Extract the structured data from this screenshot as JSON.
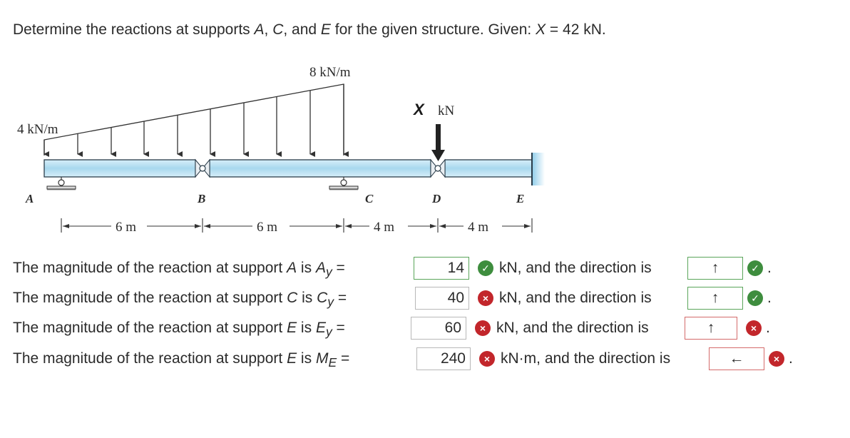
{
  "question": {
    "prefix": "Determine the reactions at supports ",
    "a": "A",
    "sep1": ", ",
    "c": "C",
    "sep2": ", and ",
    "e": "E",
    "middle": " for the given structure. Given: ",
    "x": "X",
    "given": " = 42 kN."
  },
  "figure": {
    "load_left": "4 kN/m",
    "load_peak": "8 kN/m",
    "point_load_symbol": "X",
    "point_load_unit": "kN",
    "labels": [
      "A",
      "B",
      "C",
      "D",
      "E"
    ],
    "dims": [
      "6 m",
      "6 m",
      "4 m",
      "4 m"
    ]
  },
  "answers": [
    {
      "prefix": "The magnitude of the reaction at support ",
      "support": "A",
      "middle": " is ",
      "sym": "A",
      "sub": "y",
      "eq": " =",
      "value": "14",
      "value_status": "correct",
      "after": "kN, and the direction is",
      "direction": "↑",
      "direction_status": "correct"
    },
    {
      "prefix": "The magnitude of the reaction at support ",
      "support": "C",
      "middle": " is ",
      "sym": "C",
      "sub": "y",
      "eq": " =",
      "value": "40",
      "value_status": "incorrect",
      "after": "kN, and the direction is",
      "direction": "↑",
      "direction_status": "correct"
    },
    {
      "prefix": "The magnitude of the reaction at support ",
      "support": "E",
      "middle": " is ",
      "sym": "E",
      "sub": "y",
      "eq": " =",
      "value": "60",
      "value_status": "incorrect",
      "after": "kN, and the direction is",
      "direction": "↑",
      "direction_status": "incorrect"
    },
    {
      "prefix": "The magnitude of the reaction at support ",
      "support": "E",
      "middle": " is ",
      "sym": "M",
      "sub": "E",
      "eq": " =",
      "value": "240",
      "value_status": "incorrect",
      "after": "kN·m, and the direction is",
      "direction": "←",
      "direction_status": "incorrect"
    }
  ],
  "status_icons": {
    "correct": "check-icon",
    "incorrect": "x-icon"
  },
  "colors": {
    "correct": "#3e8d3e",
    "incorrect": "#c2262b",
    "beam": "#bfe3f2",
    "beam_edge": "#2b3d4a"
  }
}
